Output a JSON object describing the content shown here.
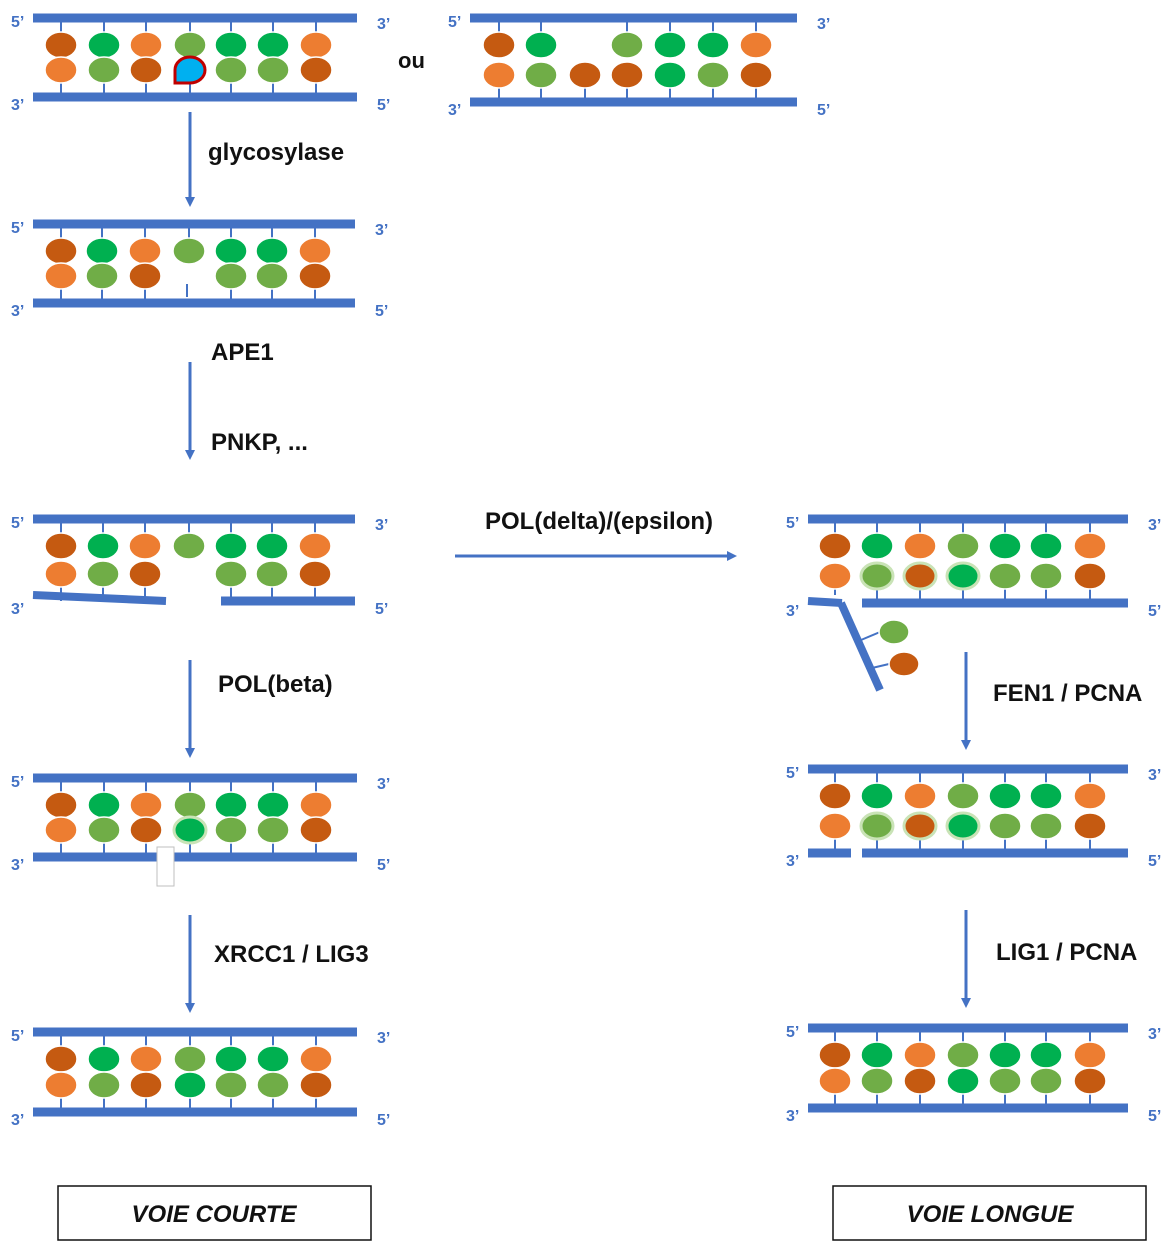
{
  "colors": {
    "backbone": "#4472c4",
    "dark_orange": "#c55a11",
    "light_orange": "#ed7d31",
    "bright_green": "#00b050",
    "olive_green": "#70ad47",
    "damaged_base": "#00b0f0",
    "damage_outline": "#c00000"
  },
  "end_labels": {
    "five": "5’",
    "three": "3’"
  },
  "or_label": "ou",
  "steps": {
    "glycosylase": "glycosylase",
    "ape1": "APE1",
    "pnkp": "PNKP, ...",
    "pol_delta_epsilon": "POL(delta)/(epsilon)",
    "pol_beta": "POL(beta)",
    "xrcc1_lig3": "XRCC1 / LIG3",
    "fen1_pcna": "FEN1 / PCNA",
    "lig1_pcna": "LIG1 / PCNA"
  },
  "pathways": {
    "short": "VOIE COURTE",
    "long": "VOIE LONGUE"
  },
  "base_sequences": {
    "top_strand": [
      "dark_orange",
      "bright_green",
      "light_orange",
      "olive_green",
      "bright_green",
      "bright_green",
      "light_orange"
    ],
    "bottom_strand": [
      "light_orange",
      "olive_green",
      "dark_orange",
      "bright_green",
      "olive_green",
      "olive_green",
      "dark_orange"
    ],
    "bottom_strand_damaged": [
      "light_orange",
      "olive_green",
      "dark_orange",
      "damaged_base",
      "olive_green",
      "olive_green",
      "dark_orange"
    ],
    "top_strand_abasic": [
      "dark_orange",
      "bright_green",
      null,
      "olive_green",
      "bright_green",
      "bright_green",
      "light_orange"
    ],
    "bottom_strand_abasic": [
      "light_orange",
      "olive_green",
      "dark_orange",
      "dark_orange",
      "bright_green",
      "olive_green",
      "dark_orange"
    ],
    "displaced_flap": [
      "olive_green",
      "dark_orange"
    ]
  }
}
